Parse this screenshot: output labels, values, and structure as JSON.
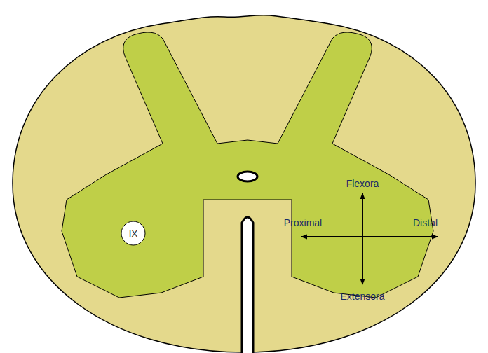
{
  "diagram": {
    "nodes": [
      {
        "text": [
          "IX"
        ]
      }
    ],
    "labels": [
      "Flexora",
      "Proximal",
      "Distal",
      "Extensora"
    ]
  }
}
